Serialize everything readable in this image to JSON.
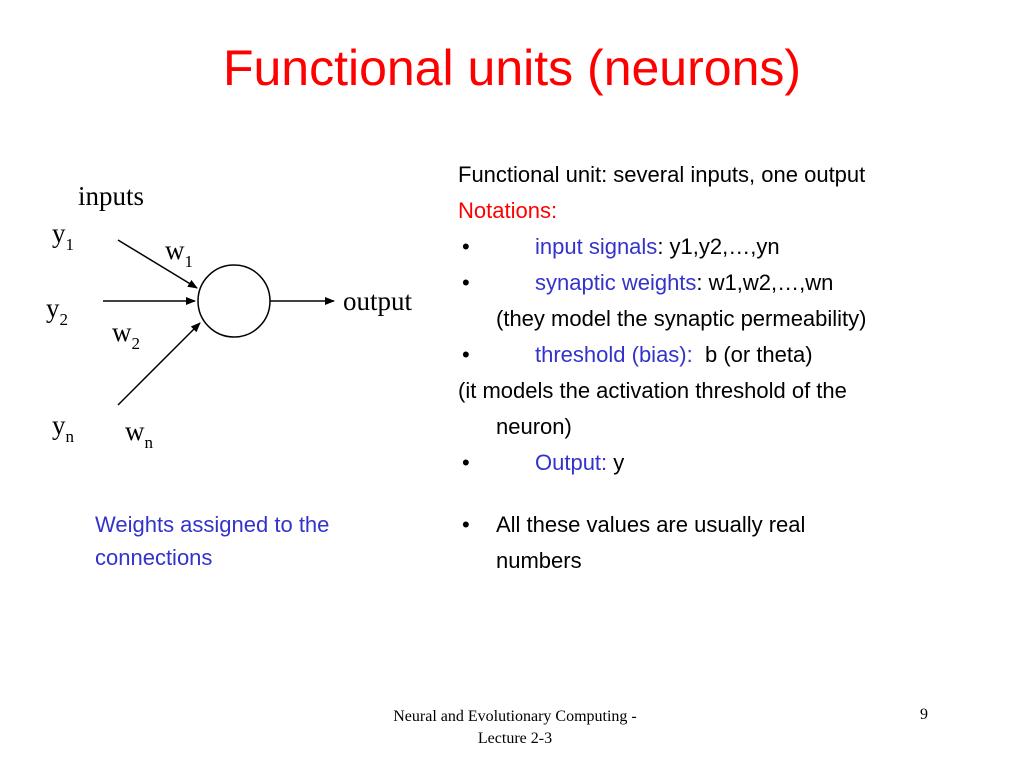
{
  "slide": {
    "title": "Functional units (neurons)",
    "diagram": {
      "inputs_label": "inputs",
      "y1_base": "y",
      "y1_sub": "1",
      "y2_base": "y",
      "y2_sub": "2",
      "yn_base": "y",
      "yn_sub": "n",
      "w1_base": "w",
      "w1_sub": "1",
      "w2_base": "w",
      "w2_sub": "2",
      "wn_base": "w",
      "wn_sub": "n",
      "output_label": "output"
    },
    "caption": "Weights assigned to the connections",
    "text": {
      "line1": "Functional unit: several inputs, one output",
      "notations": "Notations:",
      "bullet_char": "•",
      "b1_term": "input signals",
      "b1_rest": ": y1,y2,…,yn",
      "b2_term": "synaptic weights",
      "b2_rest": ": w1,w2,…,wn",
      "b2_cont": "(they model the synaptic permeability)",
      "b3_term": "threshold (bias):",
      "b3_rest": "  b (or theta)",
      "para_line1": "(it models the activation threshold of the",
      "para_line2": "neuron)",
      "b4_term": "Output:",
      "b4_rest": " y",
      "b5_line1": "All these values are usually real",
      "b5_line2": "numbers"
    },
    "footer": {
      "line1": "Neural and Evolutionary Computing -",
      "line2": "Lecture 2-3",
      "page_number": "9"
    },
    "colors": {
      "title": "#ff0000",
      "accent_blue": "#3333cc",
      "notations": "#ff0000"
    }
  }
}
